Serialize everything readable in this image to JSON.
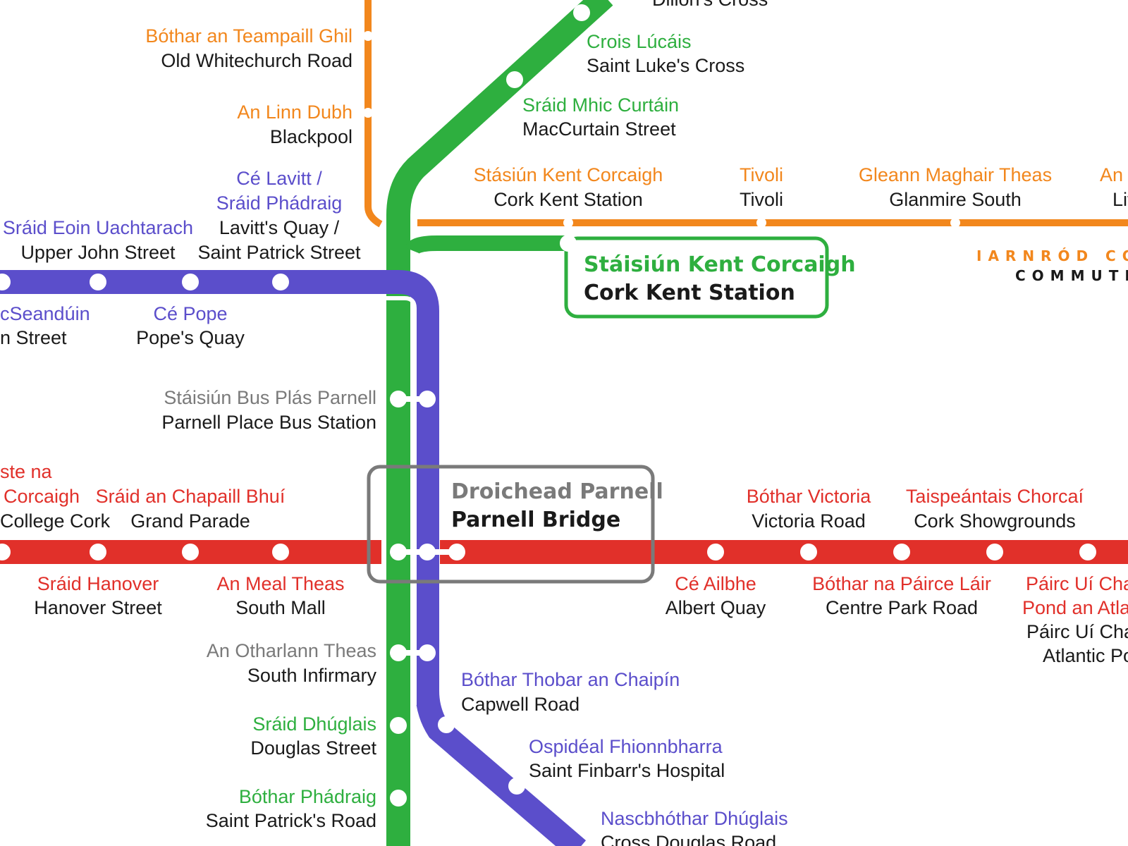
{
  "colors": {
    "green": "#2eaf3f",
    "orange": "#f2871d",
    "purple": "#5b4ecb",
    "red": "#e1302a",
    "grey": "#7a7a7a",
    "ink": "#1a1a1a"
  },
  "stations": {
    "top_cut": {
      "irish": "",
      "english": "Dillon's Cross"
    },
    "old_whitechurch": {
      "irish": "Bóthar an Teampaill Ghil",
      "english": "Old Whitechurch Road"
    },
    "blackpool": {
      "irish": "An Linn Dubh",
      "english": "Blackpool"
    },
    "saint_lukes": {
      "irish": "Crois Lúcáis",
      "english": "Saint Luke's Cross"
    },
    "maccurtain": {
      "irish": "Sráid Mhic Curtáin",
      "english": "MacCurtain Street"
    },
    "kent_small": {
      "irish": "Stásiún Kent Corcaigh",
      "english": "Cork Kent Station"
    },
    "tivoli": {
      "irish": "Tivoli",
      "english": "Tivoli"
    },
    "glanmire": {
      "irish": "Gleann Maghair Theas",
      "english": "Glanmire South"
    },
    "little_island": {
      "irish": "An t",
      "english": "Lit"
    },
    "upper_john": {
      "irish": "Sráid Eoin Uachtarach",
      "english": "Upper John Street"
    },
    "lavitts": {
      "irish1": "Cé Lavitt /",
      "irish2": "Sráid Phádraig",
      "english1": "Lavitt's Quay /",
      "english2": "Saint Patrick Street"
    },
    "popes_quay": {
      "irish": "Cé Pope",
      "english": "Pope's Quay"
    },
    "mcsweeney": {
      "irish": "cSeandúin",
      "english": "n Street"
    },
    "parnell_bus": {
      "irish": "Stáisiún Bus Plás Parnell",
      "english": "Parnell Place Bus Station"
    },
    "ucc": {
      "irish1": "ste na",
      "irish2": "Corcaigh",
      "english": "College Cork"
    },
    "grand_parade": {
      "irish": "Sráid an Chapaill Bhuí",
      "english": "Grand Parade"
    },
    "hanover": {
      "irish": "Sráid Hanover",
      "english": "Hanover Street"
    },
    "south_mall": {
      "irish": "An Meal Theas",
      "english": "South Mall"
    },
    "victoria_road": {
      "irish": "Bóthar Victoria",
      "english": "Victoria Road"
    },
    "showgrounds": {
      "irish": "Taispeántais Chorcaí",
      "english": "Cork Showgrounds"
    },
    "albert_quay": {
      "irish": "Cé Ailbhe",
      "english": "Albert Quay"
    },
    "centre_park": {
      "irish": "Bóthar na Páirce Láir",
      "english": "Centre Park Road"
    },
    "pairc": {
      "irish1": "Páirc Uí Chaoin",
      "irish2": "Pond an Atlanta",
      "english1": "Páirc Uí Chaoin",
      "english2": "Atlantic Pond"
    },
    "south_infirmary": {
      "irish": "An Otharlann Theas",
      "english": "South Infirmary"
    },
    "capwell": {
      "irish": "Bóthar Thobar an Chaipín",
      "english": "Capwell Road"
    },
    "douglas_street": {
      "irish": "Sráid Dhúglais",
      "english": "Douglas Street"
    },
    "finbarrs": {
      "irish": "Ospidéal Fhionnbharra",
      "english": "Saint Finbarr's Hospital"
    },
    "patricks_road": {
      "irish": "Bóthar Phádraig",
      "english": "Saint Patrick's Road"
    },
    "cross_douglas": {
      "irish": "Nascbhóthar Dhúglais",
      "english": "Cross Douglas Road"
    }
  },
  "hubs": {
    "kent": {
      "irish": "Stáisiún Kent Corcaigh",
      "english": "Cork Kent Station"
    },
    "parnell_bridge": {
      "irish": "Droichead Parnell",
      "english": "Parnell Bridge"
    }
  },
  "branding": {
    "line1": "IARNRÓD CO",
    "line2": "COMMUTE"
  }
}
